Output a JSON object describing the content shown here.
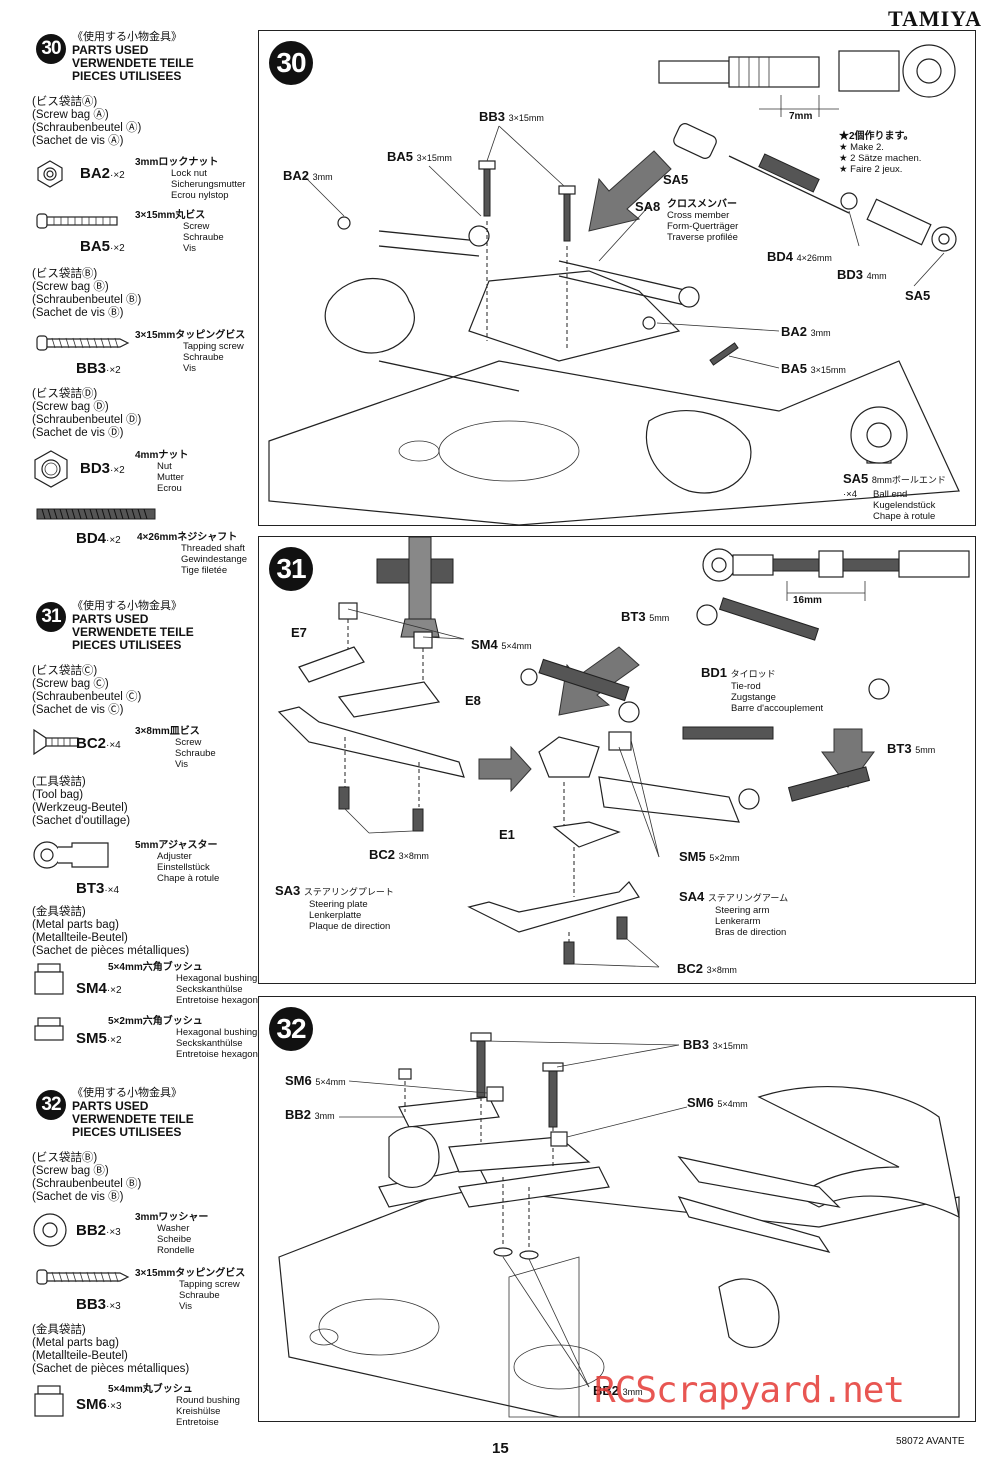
{
  "brand": "TAMIYA",
  "page_number": "15",
  "model_code": "58072 AVANTE",
  "watermark": "RCScrapyard.net",
  "parts_used_headers": {
    "jp": "《使用する小物金具》",
    "en": "PARTS USED",
    "de": "VERWENDETE TEILE",
    "fr": "PIECES UTILISEES"
  },
  "step30_parts": {
    "number": "30",
    "bag_a": {
      "jp": "(ビス袋詰Ⓐ)",
      "en": "(Screw bag Ⓐ)",
      "de": "(Schraubenbeutel Ⓐ)",
      "fr": "(Sachet de vis Ⓐ)"
    },
    "ba2": {
      "code": "BA2",
      "qty": "·×2",
      "jp": "3mmロックナット",
      "en": "Lock nut",
      "de": "Sicherungsmutter",
      "fr": "Ecrou nylstop"
    },
    "ba5": {
      "code": "BA5",
      "qty": "·×2",
      "jp": "3×15mm丸ビス",
      "en": "Screw",
      "de": "Schraube",
      "fr": "Vis"
    },
    "bag_b": {
      "jp": "(ビス袋詰Ⓑ)",
      "en": "(Screw bag Ⓑ)",
      "de": "(Schraubenbeutel Ⓑ)",
      "fr": "(Sachet de vis Ⓑ)"
    },
    "bb3": {
      "code": "BB3",
      "qty": "·×2",
      "jp": "3×15mmタッピングビス",
      "en": "Tapping screw",
      "de": "Schraube",
      "fr": "Vis"
    },
    "bag_d": {
      "jp": "(ビス袋詰Ⓓ)",
      "en": "(Screw bag Ⓓ)",
      "de": "(Schraubenbeutel Ⓓ)",
      "fr": "(Sachet de vis Ⓓ)"
    },
    "bd3": {
      "code": "BD3",
      "qty": "·×2",
      "jp": "4mmナット",
      "en": "Nut",
      "de": "Mutter",
      "fr": "Ecrou"
    },
    "bd4": {
      "code": "BD4",
      "qty": "·×2",
      "jp": "4×26mmネジシャフト",
      "en": "Threaded shaft",
      "de": "Gewindestange",
      "fr": "Tige filetée"
    }
  },
  "step31_parts": {
    "number": "31",
    "bag_c": {
      "jp": "(ビス袋詰Ⓒ)",
      "en": "(Screw bag Ⓒ)",
      "de": "(Schraubenbeutel Ⓒ)",
      "fr": "(Sachet de vis Ⓒ)"
    },
    "bc2": {
      "code": "BC2",
      "qty": "·×4",
      "jp": "3×8mm皿ビス",
      "en": "Screw",
      "de": "Schraube",
      "fr": "Vis"
    },
    "tool_bag": {
      "jp": "(工具袋詰)",
      "en": "(Tool bag)",
      "de": "(Werkzeug-Beutel)",
      "fr": "(Sachet d'outillage)"
    },
    "bt3": {
      "code": "BT3",
      "qty": "·×4",
      "jp": "5mmアジャスター",
      "en": "Adjuster",
      "de": "Einstellstück",
      "fr": "Chape à rotule"
    },
    "metal_bag": {
      "jp": "(金具袋詰)",
      "en": "(Metal parts bag)",
      "de": "(Metallteile-Beutel)",
      "fr": "(Sachet de pièces métalliques)"
    },
    "sm4": {
      "code": "SM4",
      "qty": "·×2",
      "jp": "5×4mm六角ブッシュ",
      "en": "Hexagonal bushing",
      "de": "Seckskanthülse",
      "fr": "Entretoise hexagonale"
    },
    "sm5": {
      "code": "SM5",
      "qty": "·×2",
      "jp": "5×2mm六角ブッシュ",
      "en": "Hexagonal bushing",
      "de": "Seckskanthülse",
      "fr": "Entretoise hexagonale"
    }
  },
  "step32_parts": {
    "number": "32",
    "bag_b": {
      "jp": "(ビス袋詰Ⓑ)",
      "en": "(Screw bag Ⓑ)",
      "de": "(Schraubenbeutel Ⓑ)",
      "fr": "(Sachet de vis Ⓑ)"
    },
    "bb2": {
      "code": "BB2",
      "qty": "·×3",
      "jp": "3mmワッシャー",
      "en": "Washer",
      "de": "Scheibe",
      "fr": "Rondelle"
    },
    "bb3": {
      "code": "BB3",
      "qty": "·×3",
      "jp": "3×15mmタッピングビス",
      "en": "Tapping screw",
      "de": "Schraube",
      "fr": "Vis"
    },
    "metal_bag": {
      "jp": "(金具袋詰)",
      "en": "(Metal parts bag)",
      "de": "(Metallteile-Beutel)",
      "fr": "(Sachet de pièces métalliques)"
    },
    "sm6": {
      "code": "SM6",
      "qty": "·×3",
      "jp": "5×4mm丸ブッシュ",
      "en": "Round bushing",
      "de": "Kreishülse",
      "fr": "Entretoise"
    }
  },
  "step30_diagram": {
    "number": "30",
    "dim": "7mm",
    "make2": {
      "jp": "★2個作ります。",
      "en": "★ Make 2.",
      "de": "★ 2 Sätze machen.",
      "fr": "★ Faire 2 jeux."
    },
    "labels": {
      "bb3": "BB3",
      "bb3_size": "3×15mm",
      "ba5": "BA5",
      "ba5_size": "3×15mm",
      "ba2": "BA2",
      "ba2_size": "3mm",
      "sa5": "SA5",
      "sa8": "SA8",
      "sa8_jp": "クロスメンバー",
      "sa8_en": "Cross member",
      "sa8_de": "Form-Querträger",
      "sa8_fr": "Traverse profilée",
      "bd4": "BD4",
      "bd4_size": "4×26mm",
      "bd3": "BD3",
      "bd3_size": "4mm",
      "sa5_ball": "SA5",
      "sa5_ball_qty": "·×4",
      "sa5_ball_jp": "8mmボールエンド",
      "sa5_ball_en": "Ball end",
      "sa5_ball_de": "Kugelendstück",
      "sa5_ball_fr": "Chape à rotule"
    }
  },
  "step31_diagram": {
    "number": "31",
    "dim": "16mm",
    "labels": {
      "e7": "E7",
      "e8": "E8",
      "e1": "E1",
      "sm4": "SM4",
      "sm4_size": "5×4mm",
      "sm5": "SM5",
      "sm5_size": "5×2mm",
      "bt3": "BT3",
      "bt3_size": "5mm",
      "bd1": "BD1",
      "bd1_jp": "タイロッド",
      "bd1_en": "Tie-rod",
      "bd1_de": "Zugstange",
      "bd1_fr": "Barre d'accouplement",
      "bc2": "BC2",
      "bc2_size": "3×8mm",
      "sa3": "SA3",
      "sa3_jp": "ステアリングプレート",
      "sa3_en": "Steering plate",
      "sa3_de": "Lenkerplatte",
      "sa3_fr": "Plaque de direction",
      "sa4": "SA4",
      "sa4_jp": "ステアリングアーム",
      "sa4_en": "Steering arm",
      "sa4_de": "Lenkerarm",
      "sa4_fr": "Bras de direction"
    }
  },
  "step32_diagram": {
    "number": "32",
    "labels": {
      "bb3": "BB3",
      "bb3_size": "3×15mm",
      "sm6": "SM6",
      "sm6_size": "5×4mm",
      "bb2": "BB2",
      "bb2_size": "3mm"
    }
  }
}
